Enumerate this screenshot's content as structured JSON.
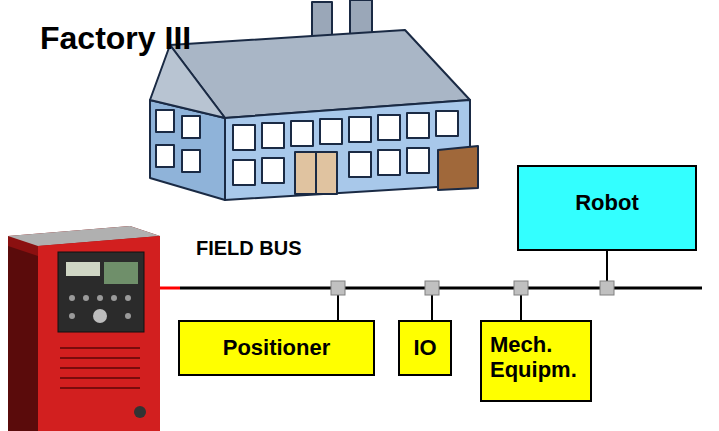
{
  "diagram": {
    "title": "Factory III",
    "nodes": [
      {
        "text": [
          "Robot"
        ]
      },
      {
        "text": [
          "Positioner"
        ]
      },
      {
        "text": [
          "IO"
        ]
      },
      {
        "text": [
          "Mech. Equipm."
        ]
      }
    ],
    "labels": [
      "FIELD BUS"
    ]
  }
}
